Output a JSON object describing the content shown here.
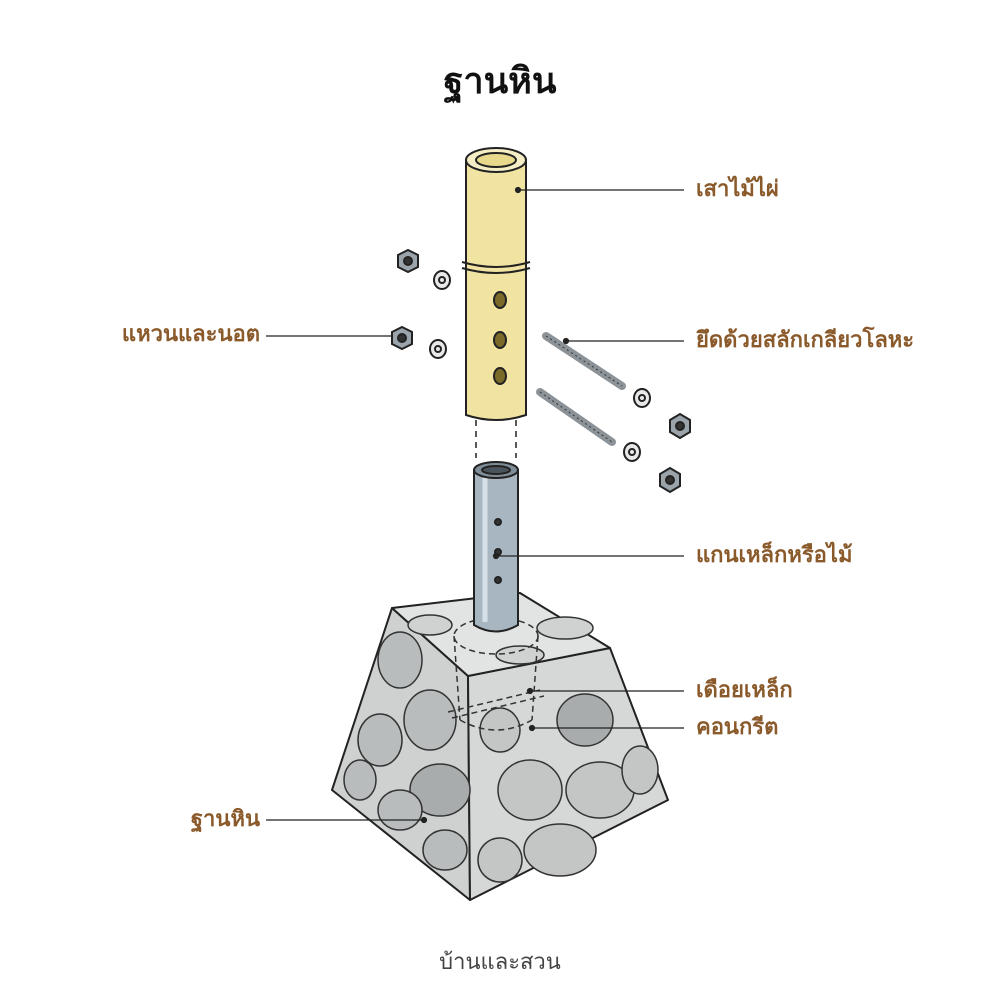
{
  "title": "ฐานหิน",
  "colors": {
    "label": "#8a5a2b",
    "bamboo": "#f1e4a3",
    "steel": "#a8b6c2",
    "stone": "#d2d3d3",
    "line": "#222222"
  },
  "labels": {
    "bamboo_post": "เสาไม้ไผ่",
    "washer_nut": "แหวนและนอต",
    "threaded_rod": "ยึดด้วยสลักเกลียวโลหะ",
    "core_rod": "แกนเหล็กหรือไม้",
    "steel_dowel": "เดือยเหล็ก",
    "concrete": "คอนกรีต",
    "stone_base": "ฐานหิน"
  },
  "brand": "บ้านและสวน"
}
